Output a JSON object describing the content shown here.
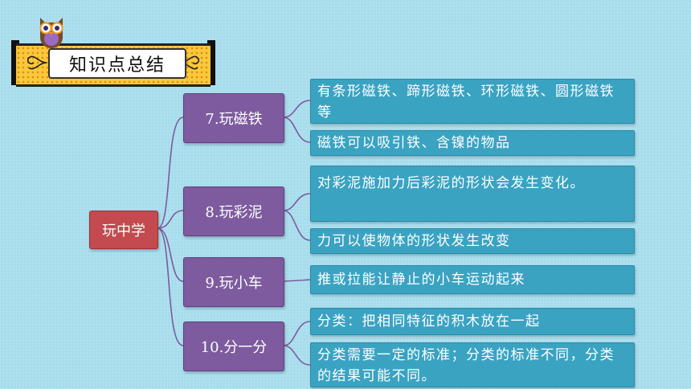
{
  "title": "知识点总结",
  "root": "玩中学",
  "branches": [
    {
      "label": "7.玩磁铁",
      "items": [
        "有条形磁铁、蹄形磁铁、环形磁铁、圆形磁铁等",
        "磁铁可以吸引铁、含镍的物品"
      ]
    },
    {
      "label": "8.玩彩泥",
      "items": [
        "对彩泥施加力后彩泥的形状会发生变化。",
        "力可以使物体的形状发生改变"
      ]
    },
    {
      "label": "9.玩小车",
      "items": [
        "推或拉能让静止的小车运动起来"
      ]
    },
    {
      "label": "10.分一分",
      "items": [
        "分类：把相同特征的积木放在一起",
        "分类需要一定的标准；分类的标准不同，分类的结果可能不同。"
      ]
    }
  ],
  "colors": {
    "root": "#c34a4e",
    "branch": "#7d5b9e",
    "leaf": "#3aa3c2",
    "line": "#7d5b9e",
    "background": "#a6dcec"
  }
}
